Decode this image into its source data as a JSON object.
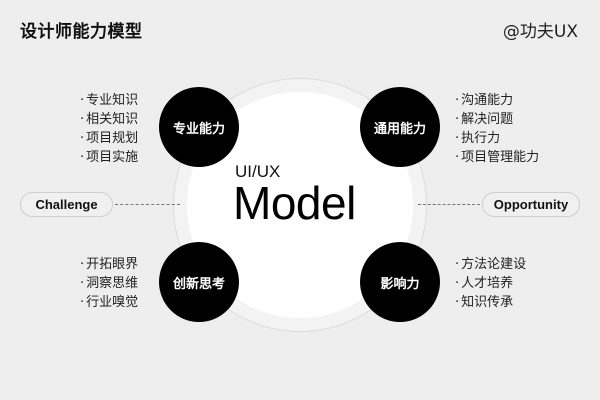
{
  "header": {
    "title": "设计师能力模型",
    "brand": "@功夫UX"
  },
  "center": {
    "subtitle": "UI/UX",
    "title": "Model"
  },
  "nodes": [
    {
      "label": "专业能力",
      "items": [
        "专业知识",
        "相关知识",
        "项目规划",
        "项目实施"
      ]
    },
    {
      "label": "通用能力",
      "items": [
        "沟通能力",
        "解决问题",
        "执行力",
        "项目管理能力"
      ]
    },
    {
      "label": "创新思考",
      "items": [
        "开拓眼界",
        "洞察思维",
        "行业嗅觉"
      ]
    },
    {
      "label": "影响力",
      "items": [
        "方法论建设",
        "人才培养",
        "知识传承"
      ]
    }
  ],
  "sides": {
    "left": "Challenge",
    "right": "Opportunity"
  },
  "colors": {
    "background": "#eeeeee",
    "node": "#000000",
    "core": "#ffffff"
  }
}
